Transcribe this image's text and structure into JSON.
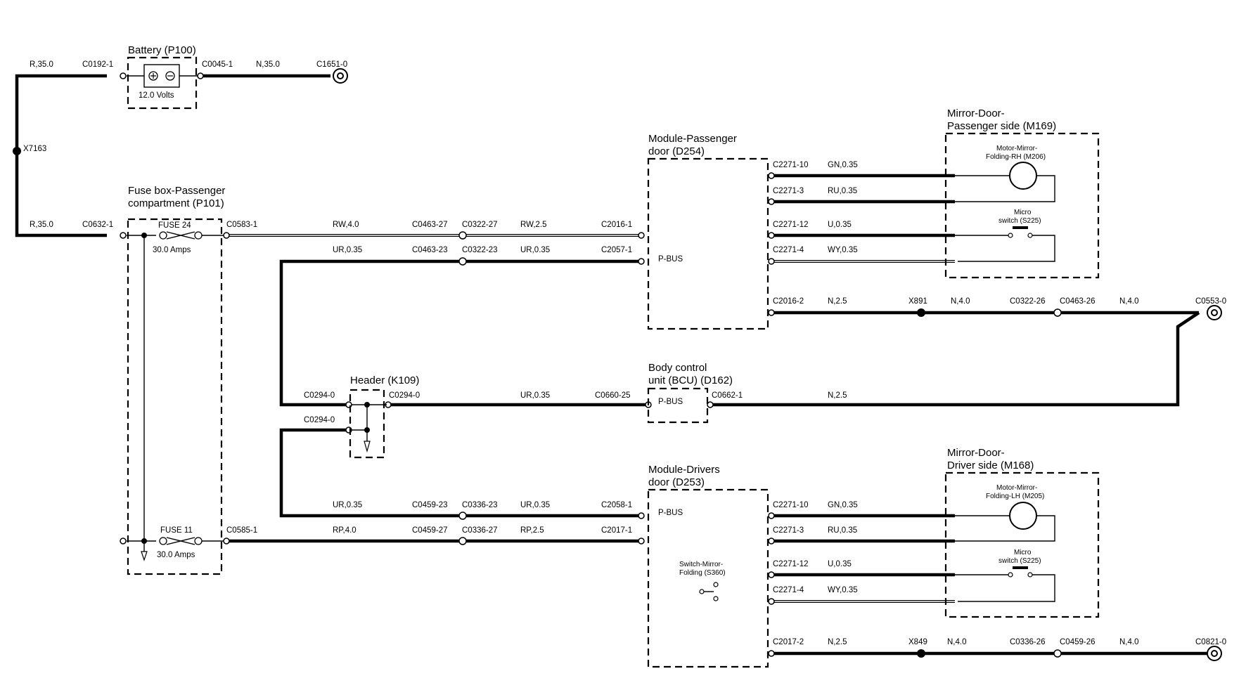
{
  "components": {
    "battery": {
      "title": "Battery (P100)",
      "rating": "12.0 Volts"
    },
    "fusebox": {
      "title_line1": "Fuse box-Passenger",
      "title_line2": "compartment (P101)",
      "fuse24": "FUSE 24",
      "fuse24_rating": "30.0 Amps",
      "fuse11": "FUSE 11",
      "fuse11_rating": "30.0 Amps"
    },
    "header": {
      "title": "Header (K109)"
    },
    "mod_pass": {
      "title_line1": "Module-Passenger",
      "title_line2": "door (D254)",
      "pbus": "P-BUS"
    },
    "bcu": {
      "title_line1": "Body control",
      "title_line2": "unit (BCU) (D162)",
      "pbus": "P-BUS"
    },
    "mod_drv": {
      "title_line1": "Module-Drivers",
      "title_line2": "door (D253)",
      "pbus": "P-BUS",
      "switch_line1": "Switch-Mirror-",
      "switch_line2": "Folding (S360)"
    },
    "mirror_pass": {
      "title_line1": "Mirror-Door-",
      "title_line2": "Passenger side (M169)",
      "motor_line1": "Motor-Mirror-",
      "motor_line2": "Folding-RH (M206)",
      "switch_line1": "Micro",
      "switch_line2": "switch (S225)"
    },
    "mirror_drv": {
      "title_line1": "Mirror-Door-",
      "title_line2": "Driver side (M168)",
      "motor_line1": "Motor-Mirror-",
      "motor_line2": "Folding-LH (M205)",
      "switch_line1": "Micro",
      "switch_line2": "switch (S225)"
    }
  },
  "labels": {
    "bat_r": "R,35.0",
    "bat_c0192": "C0192-1",
    "bat_c0045": "C0045-1",
    "bat_n": "N,35.0",
    "bat_ground": "C1651-0",
    "x7163": "X7163",
    "fb_r": "R,35.0",
    "fb_c0632": "C0632-1",
    "f24_c0583": "C0583-1",
    "rw40": "RW,4.0",
    "c0463_27": "C0463-27",
    "c0322_27": "C0322-27",
    "rw25": "RW,2.5",
    "c2016_1": "C2016-1",
    "ur035_a": "UR,0.35",
    "c0463_23": "C0463-23",
    "c0322_23": "C0322-23",
    "ur035_b": "UR,0.35",
    "c2057_1": "C2057-1",
    "p_c2271_10": "C2271-10",
    "p_gn035": "GN,0.35",
    "p_c2271_3": "C2271-3",
    "p_ru035": "RU,0.35",
    "p_c2271_12": "C2271-12",
    "p_u035": "U,0.35",
    "p_c2271_4": "C2271-4",
    "p_wy035": "WY,0.35",
    "c2016_2": "C2016-2",
    "p_n25": "N,2.5",
    "x891": "X891",
    "p_n40a": "N,4.0",
    "c0322_26": "C0322-26",
    "c0463_26": "C0463-26",
    "p_n40b": "N,4.0",
    "c0553": "C0553-0",
    "h_c0294_a": "C0294-0",
    "h_c0294_b": "C0294-0",
    "h_c0294_c": "C0294-0",
    "h_ur035": "UR,0.35",
    "c0660_25": "C0660-25",
    "c0662_1": "C0662-1",
    "bcu_n25": "N,2.5",
    "d_ur035_a": "UR,0.35",
    "c0459_23": "C0459-23",
    "c0336_23": "C0336-23",
    "d_ur035_b": "UR,0.35",
    "c2058_1": "C2058-1",
    "f11_c0585": "C0585-1",
    "rp40": "RP,4.0",
    "c0459_27": "C0459-27",
    "c0336_27": "C0336-27",
    "rp25": "RP,2.5",
    "c2017_1": "C2017-1",
    "d_c2271_10": "C2271-10",
    "d_gn035": "GN,0.35",
    "d_c2271_3": "C2271-3",
    "d_ru035": "RU,0.35",
    "d_c2271_12": "C2271-12",
    "d_u035": "U,0.35",
    "d_c2271_4": "C2271-4",
    "d_wy035": "WY,0.35",
    "c2017_2": "C2017-2",
    "d_n25": "N,2.5",
    "x849": "X849",
    "d_n40a": "N,4.0",
    "c0336_26": "C0336-26",
    "c0459_26": "C0459-26",
    "d_n40b": "N,4.0",
    "c0821": "C0821-0"
  }
}
